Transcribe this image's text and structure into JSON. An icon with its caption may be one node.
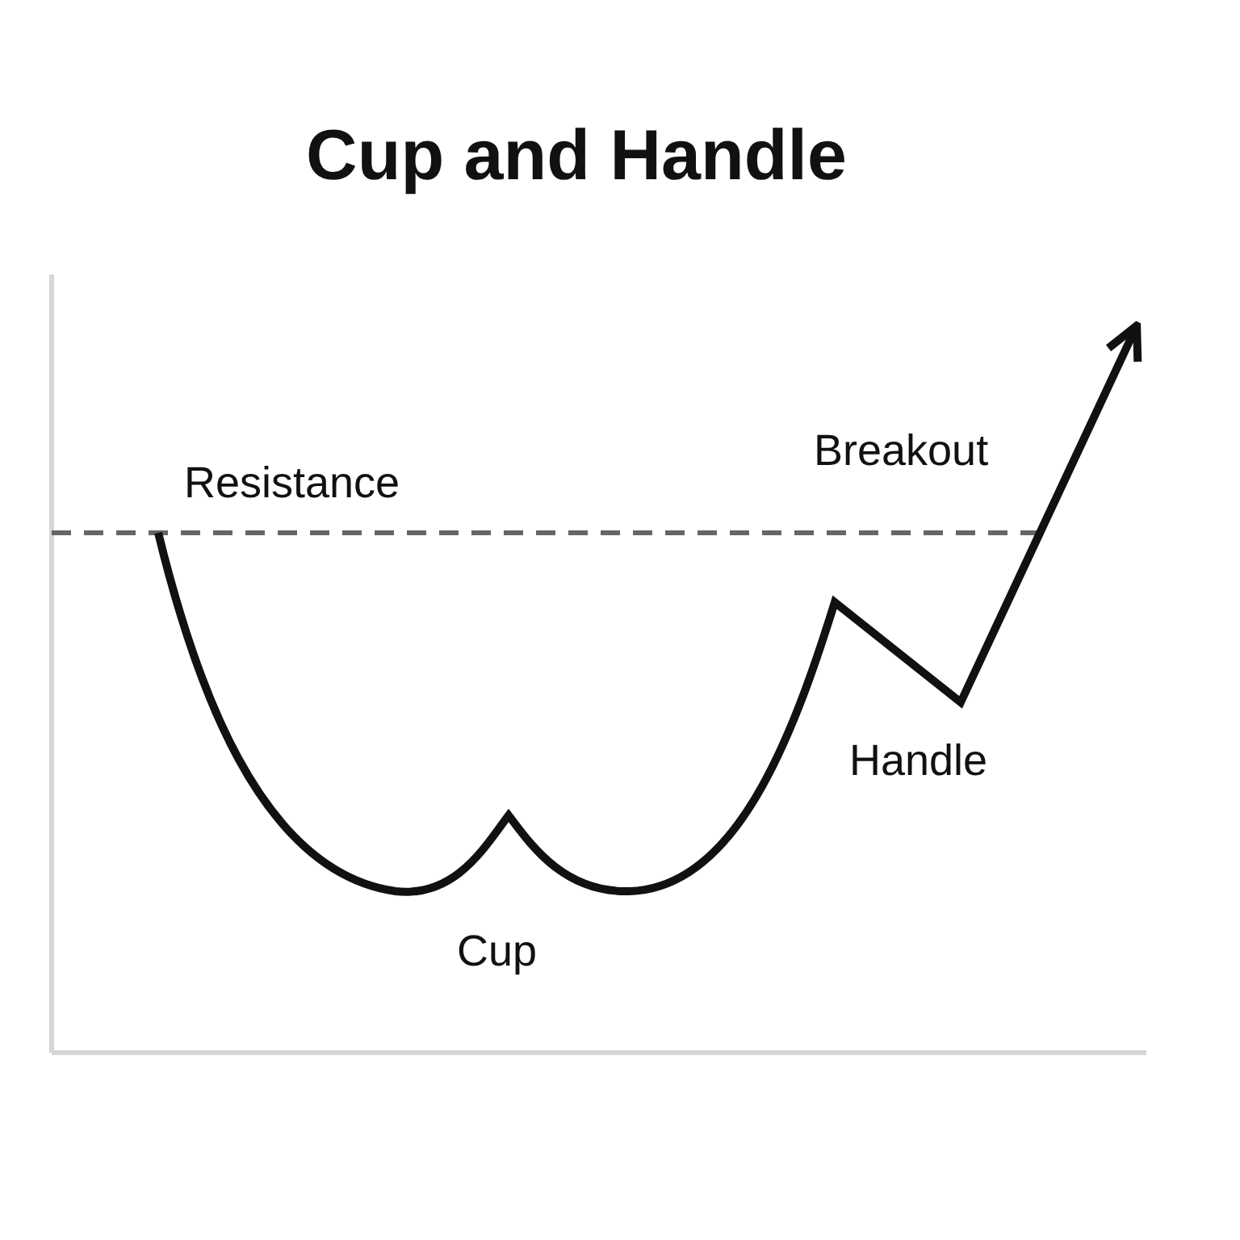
{
  "diagram": {
    "title": "Cup and Handle",
    "labels": [
      "Resistance",
      "Breakout",
      "Handle",
      "Cup"
    ]
  }
}
